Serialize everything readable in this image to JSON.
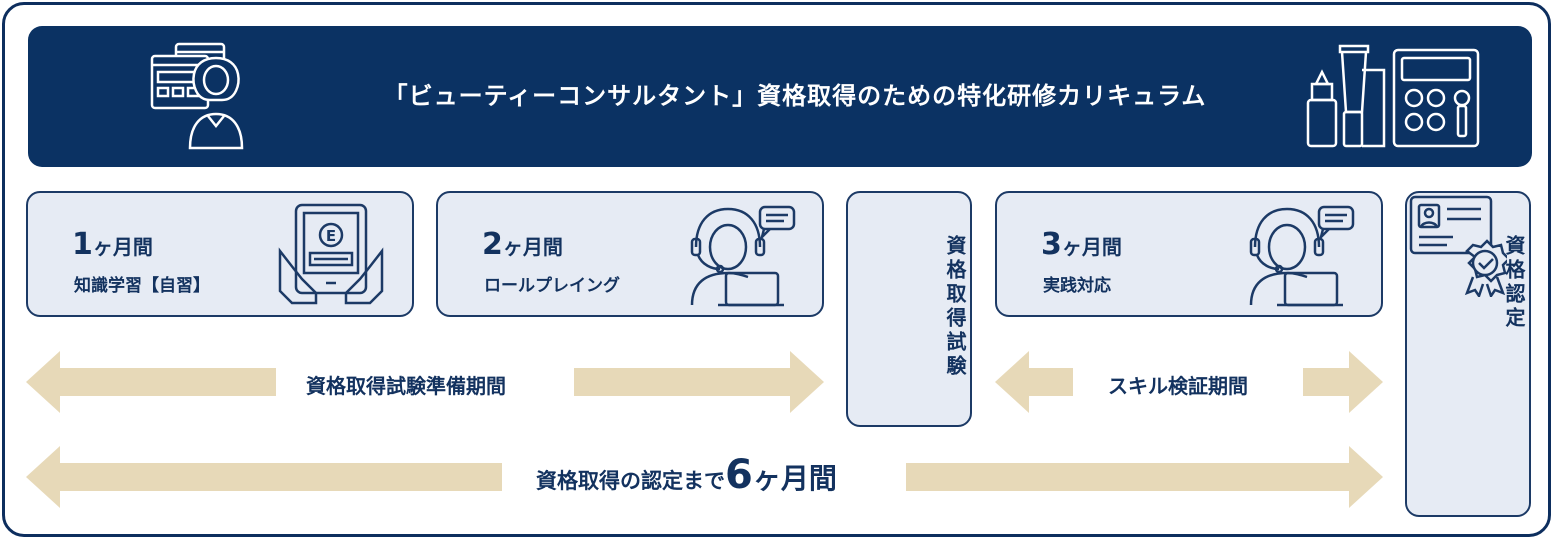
{
  "banner": {
    "title": "「ビューティーコンサルタント」資格取得のための特化研修カリキュラム",
    "left_icon": "web-user-icon",
    "right_icon": "cosmetics-icon"
  },
  "steps": [
    {
      "number": "1",
      "unit": "ヶ月間",
      "label": "知識学習【自習】",
      "icon": "tablet-e-learning-icon"
    },
    {
      "number": "2",
      "unit": "ヶ月間",
      "label": "ロールプレイング",
      "icon": "operator-headset-icon"
    },
    {
      "number": "3",
      "unit": "ヶ月間",
      "label": "実践対応",
      "icon": "operator-headset-icon"
    }
  ],
  "exam": {
    "label": "資格取得試験"
  },
  "certification": {
    "label": "資格認定",
    "icon": "certificate-badge-icon"
  },
  "periods": {
    "prep": "資格取得試験準備期間",
    "skill": "スキル検証期間",
    "total_prefix": "資格取得の認定まで",
    "total_number": "6",
    "total_unit": "ヶ月間"
  },
  "colors": {
    "navy": "#0b3263",
    "card_bg": "#e6ebf4",
    "arrow": "#e7d9b8"
  }
}
